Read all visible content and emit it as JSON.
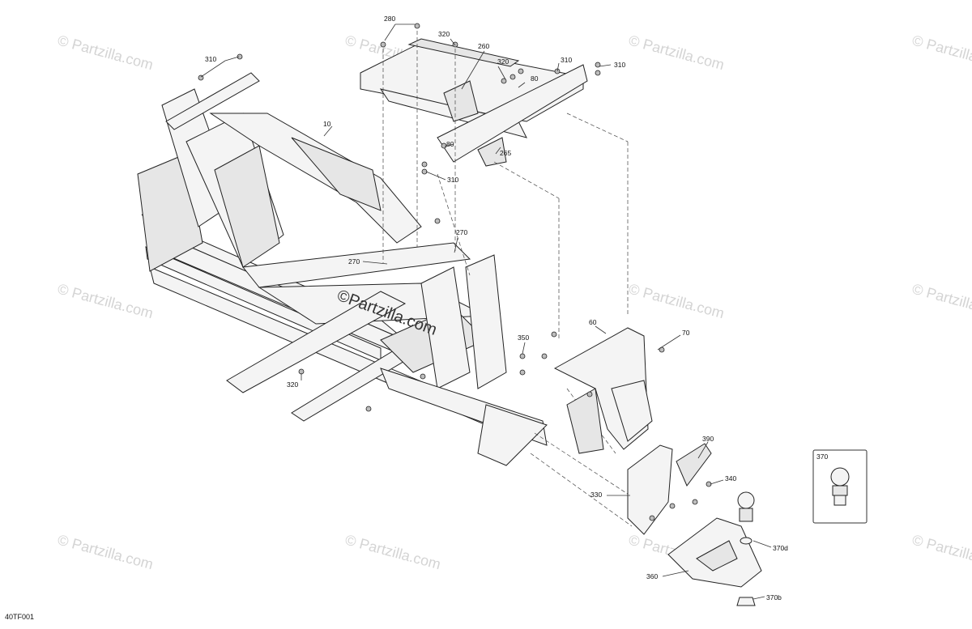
{
  "watermark": "© Partzilla.com",
  "center_watermark": "©Partzilla.com",
  "figure_code": "40TF001",
  "callouts": [
    {
      "id": "280",
      "label": "280"
    },
    {
      "id": "320a",
      "label": "320"
    },
    {
      "id": "260",
      "label": "260"
    },
    {
      "id": "320b",
      "label": "320"
    },
    {
      "id": "310a",
      "label": "310"
    },
    {
      "id": "310b",
      "label": "310"
    },
    {
      "id": "310c",
      "label": "310"
    },
    {
      "id": "80a",
      "label": "80"
    },
    {
      "id": "80b",
      "label": "80"
    },
    {
      "id": "265",
      "label": "265"
    },
    {
      "id": "310d",
      "label": "310"
    },
    {
      "id": "10",
      "label": "10"
    },
    {
      "id": "270a",
      "label": "270"
    },
    {
      "id": "270b",
      "label": "270"
    },
    {
      "id": "60",
      "label": "60"
    },
    {
      "id": "70",
      "label": "70"
    },
    {
      "id": "350",
      "label": "350"
    },
    {
      "id": "320c",
      "label": "320"
    },
    {
      "id": "390",
      "label": "390"
    },
    {
      "id": "340",
      "label": "340"
    },
    {
      "id": "330",
      "label": "330"
    },
    {
      "id": "370d",
      "label": "370d"
    },
    {
      "id": "360",
      "label": "360"
    },
    {
      "id": "370b",
      "label": "370b"
    },
    {
      "id": "370",
      "label": "370"
    }
  ]
}
